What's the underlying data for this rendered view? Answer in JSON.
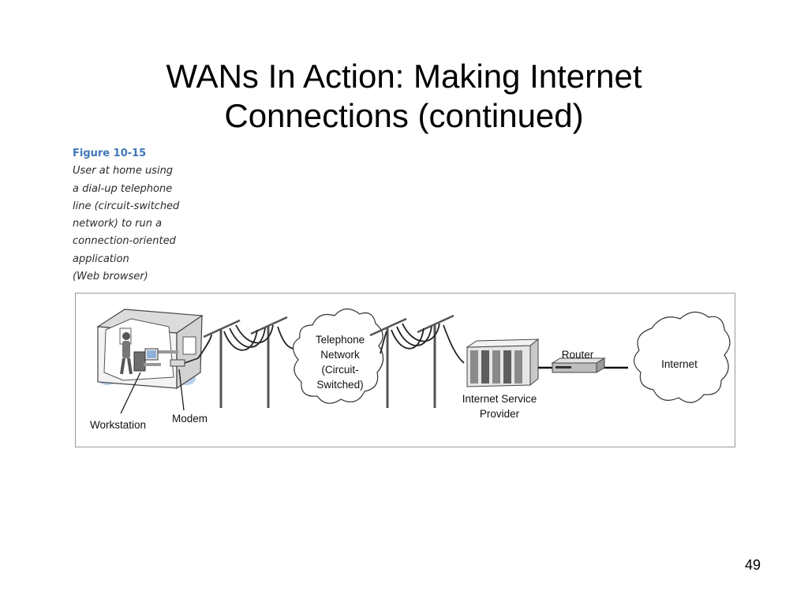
{
  "slide": {
    "title_line1": "WANs In Action: Making Internet",
    "title_line2": "Connections (continued)",
    "page_number": "49"
  },
  "caption": {
    "figure_number": "Figure 10-15",
    "lines": [
      "User at home using",
      "a dial-up telephone",
      "line (circuit-switched",
      "network) to run a",
      "connection-oriented",
      "application",
      "(Web browser)"
    ]
  },
  "diagram": {
    "workstation_label": "Workstation",
    "modem_label": "Modem",
    "telephone_network_lines": [
      "Telephone",
      "Network",
      "(Circuit-",
      "Switched)"
    ],
    "isp_lines": [
      "Internet Service",
      "Provider"
    ],
    "router_label": "Router",
    "internet_label": "Internet"
  }
}
